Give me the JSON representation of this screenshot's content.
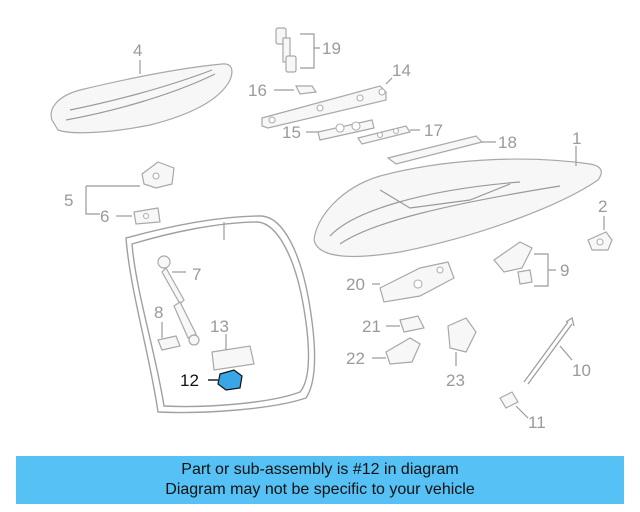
{
  "diagram": {
    "highlight_color": "#3aa6e8",
    "labels": {
      "p1": "1",
      "p2": "2",
      "p4": "4",
      "p5": "5",
      "p6": "6",
      "p7": "7",
      "p8": "8",
      "p9": "9",
      "p10": "10",
      "p11": "11",
      "p12": "12",
      "p13": "13",
      "p14": "14",
      "p15": "15",
      "p16": "16",
      "p17": "17",
      "p18": "18",
      "p19": "19",
      "p20": "20",
      "p21": "21",
      "p22": "22",
      "p23": "23"
    }
  },
  "banner": {
    "line1": "Part or sub-assembly is #12 in diagram",
    "line2": "Diagram may not be specific to your vehicle",
    "background": "#55c1f5"
  }
}
